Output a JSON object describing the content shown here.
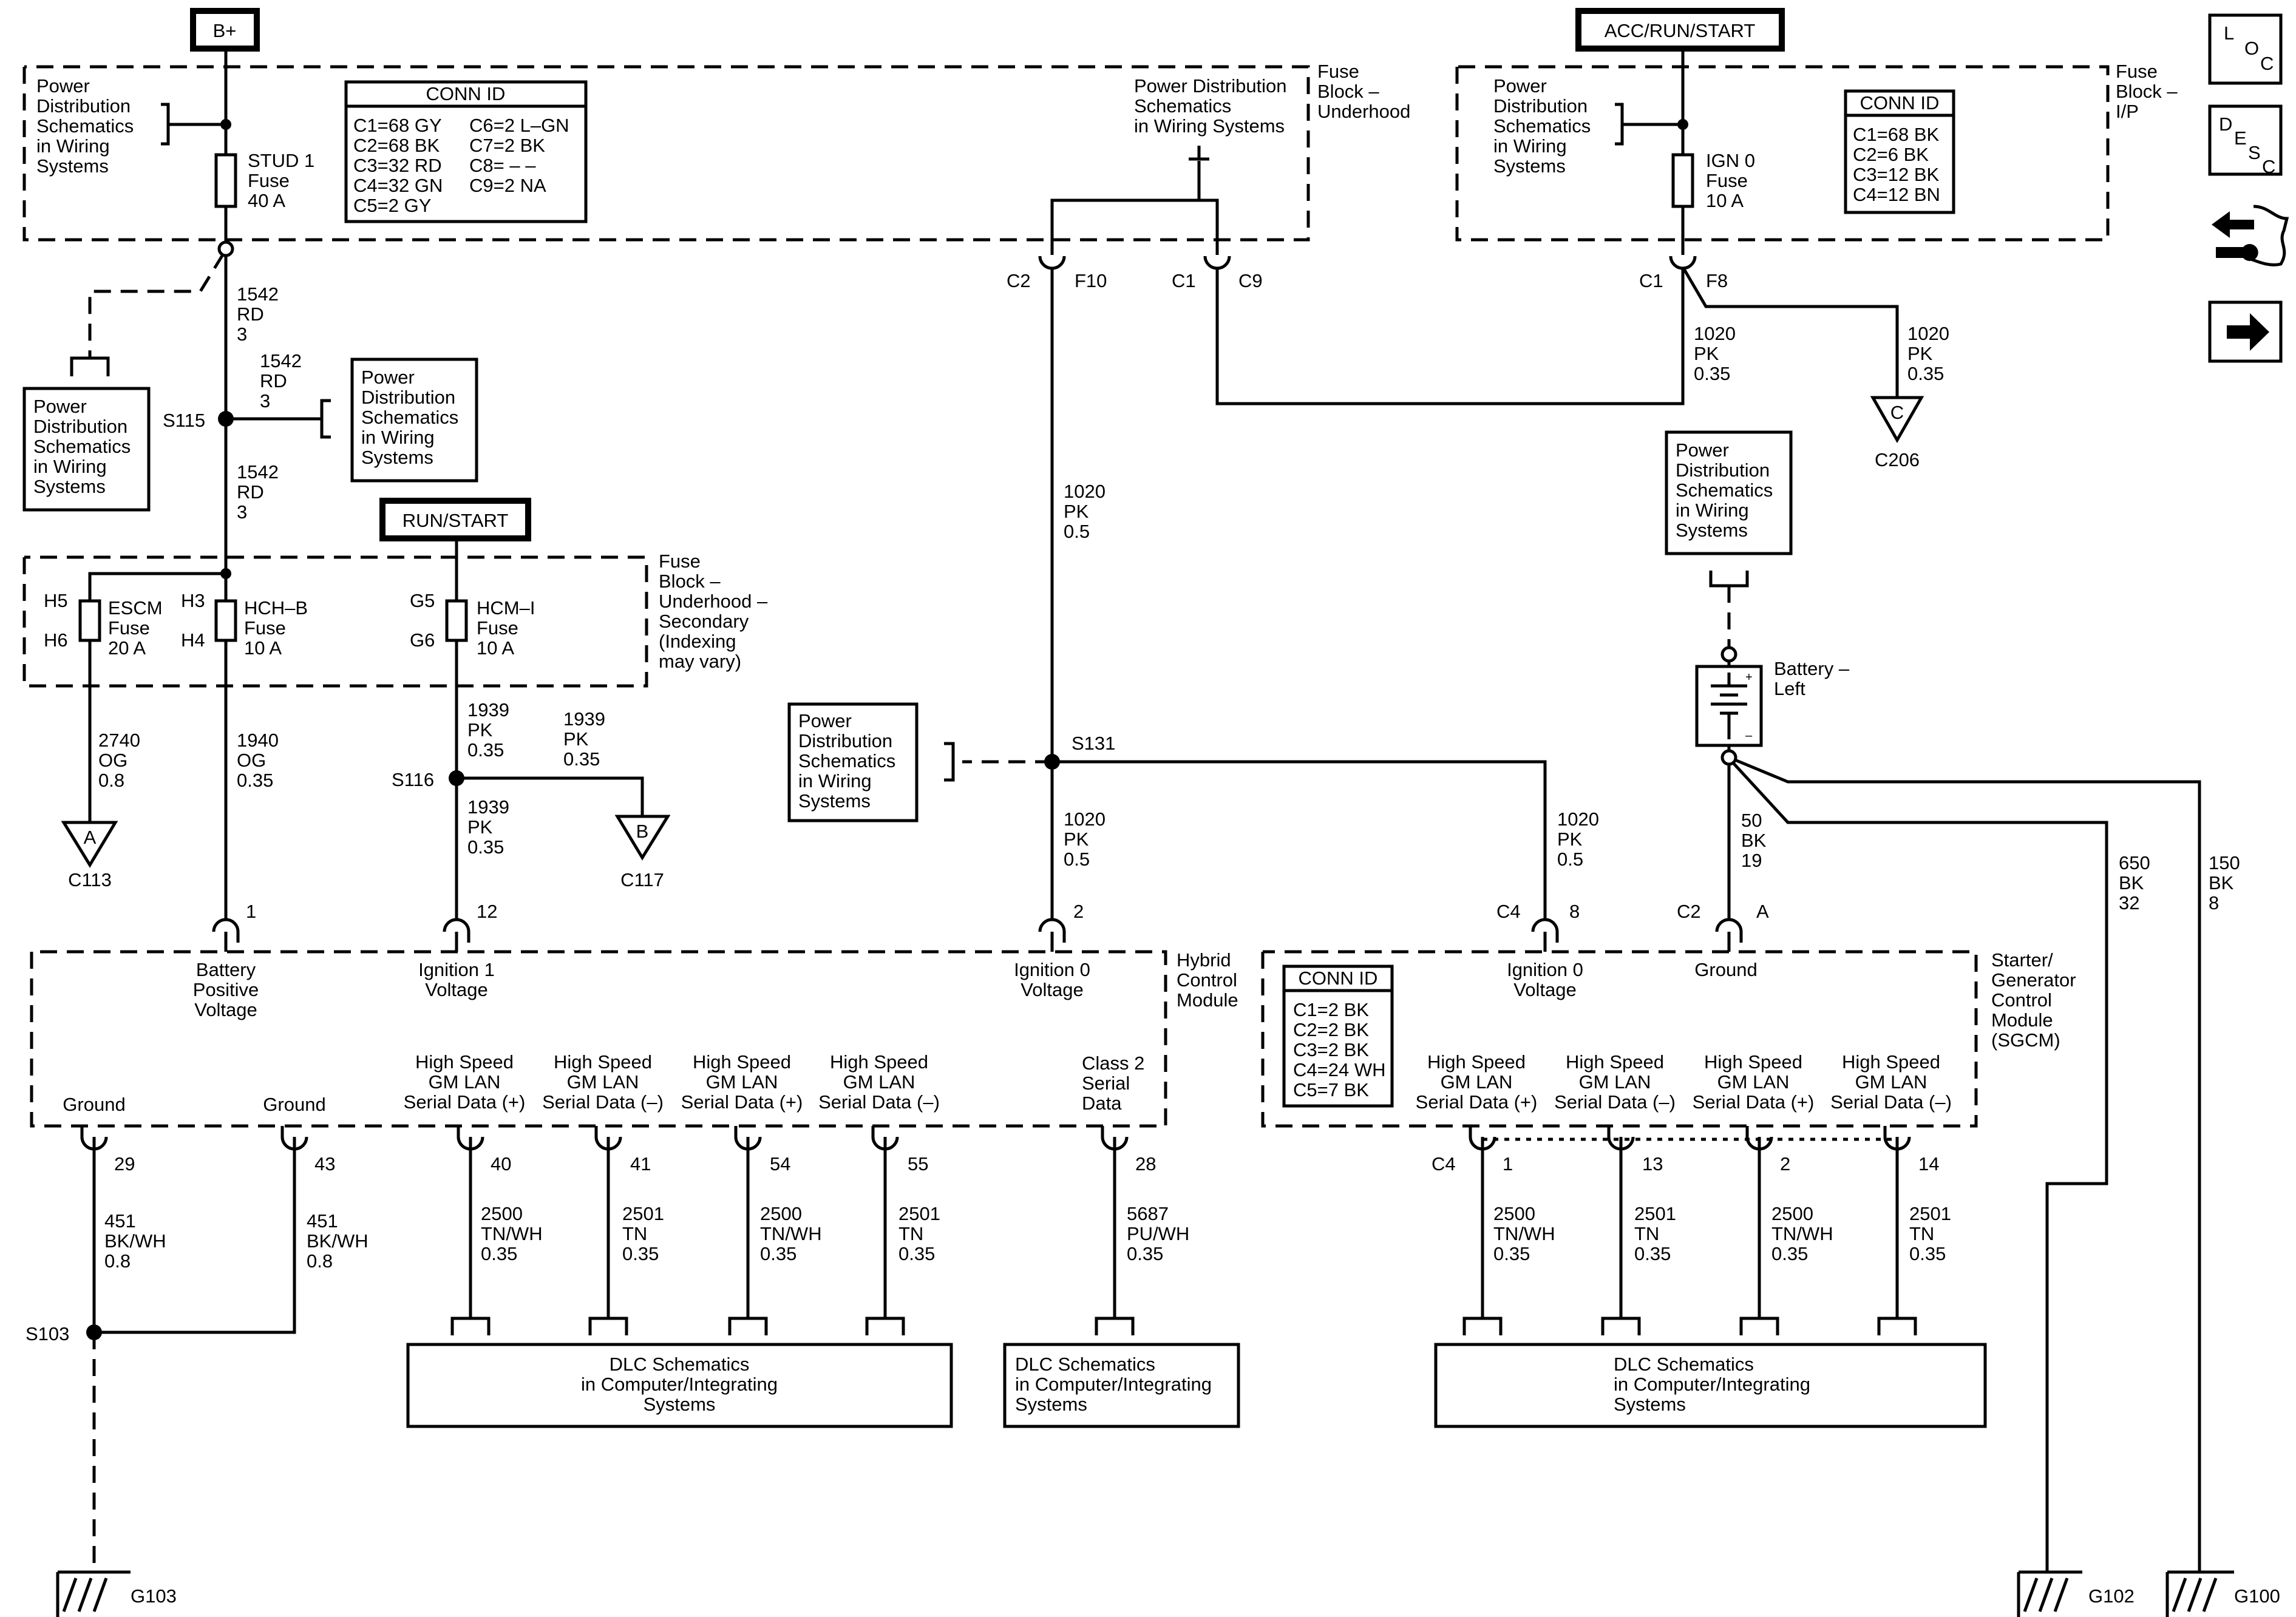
{
  "power_modes": {
    "b_plus": "B+",
    "acc_run_start": "ACC/RUN/START",
    "run_start": "RUN/START"
  },
  "nav_icons": {
    "loc_l": "L",
    "loc_o": "O",
    "loc_c": "C",
    "desc_d": "D",
    "desc_e": "E",
    "desc_s": "S",
    "desc_c": "C"
  },
  "fuse_blocks": {
    "underhood": [
      "Fuse",
      "Block –",
      "Underhood"
    ],
    "ip": [
      "Fuse",
      "Block –",
      "I/P"
    ],
    "secondary": [
      "Fuse",
      "Block –",
      "Underhood –",
      "Secondary",
      "(Indexing",
      "may vary)"
    ]
  },
  "refs": {
    "power_dist": [
      "Power",
      "Distribution",
      "Schematics",
      "in Wiring",
      "Systems"
    ],
    "power_dist_inline": [
      "Power Distribution",
      "Schematics",
      "in Wiring Systems"
    ],
    "dlc": [
      "DLC Schematics",
      "in Computer/Integrating",
      "Systems"
    ]
  },
  "conn_id_uh": {
    "title": "CONN ID",
    "col1": [
      "C1=68 GY",
      "C2=68 BK",
      "C3=32 RD",
      "C4=32 GN",
      "C5=2 GY"
    ],
    "col2": [
      "C6=2 L–GN",
      "C7=2 BK",
      "C8= – –",
      "C9=2 NA"
    ]
  },
  "conn_id_ip": {
    "title": "CONN ID",
    "rows": [
      "C1=68 BK",
      "C2=6 BK",
      "C3=12 BK",
      "C4=12 BN"
    ]
  },
  "conn_id_sgcm": {
    "title": "CONN ID",
    "rows": [
      "C1=2 BK",
      "C2=2 BK",
      "C3=2 BK",
      "C4=24 WH",
      "C5=7 BK"
    ]
  },
  "fuses": {
    "stud1": [
      "STUD 1",
      "Fuse",
      "40 A"
    ],
    "ign0": [
      "IGN 0",
      "Fuse",
      "10 A"
    ],
    "escm": [
      "ESCM",
      "Fuse",
      "20 A"
    ],
    "hchb": [
      "HCH–B",
      "Fuse",
      "10 A"
    ],
    "hcmi": [
      "HCM–I",
      "Fuse",
      "10 A"
    ]
  },
  "wires": {
    "w1542": [
      "1542",
      "RD",
      "3"
    ],
    "w1020_05": [
      "1020",
      "PK",
      "0.5"
    ],
    "w1020_035": [
      "1020",
      "PK",
      "0.35"
    ],
    "w2740": [
      "2740",
      "OG",
      "0.8"
    ],
    "w1940": [
      "1940",
      "OG",
      "0.35"
    ],
    "w1939": [
      "1939",
      "PK",
      "0.35"
    ],
    "w50": [
      "50",
      "BK",
      "19"
    ],
    "w650": [
      "650",
      "BK",
      "32"
    ],
    "w150": [
      "150",
      "BK",
      "8"
    ],
    "w451": [
      "451",
      "BK/WH",
      "0.8"
    ],
    "w2500": [
      "2500",
      "TN/WH",
      "0.35"
    ],
    "w2501": [
      "2501",
      "TN",
      "0.35"
    ],
    "w5687": [
      "5687",
      "PU/WH",
      "0.35"
    ]
  },
  "pins": {
    "h5": "H5",
    "h6": "H6",
    "h3": "H3",
    "h4": "H4",
    "g5": "G5",
    "g6": "G6",
    "c2": "C2",
    "f10": "F10",
    "c1": "C1",
    "c9": "C9",
    "f8": "F8",
    "c4": "C4",
    "p1": "1",
    "p12": "12",
    "p2": "2",
    "p8": "8",
    "pa": "A",
    "p29": "29",
    "p43": "43",
    "p40": "40",
    "p41": "41",
    "p54": "54",
    "p55": "55",
    "p28": "28",
    "p13": "13",
    "p14": "14"
  },
  "splices": {
    "s115": "S115",
    "s116": "S116",
    "s131": "S131",
    "s103": "S103"
  },
  "connectors": {
    "a": "A",
    "b": "B",
    "c": "C",
    "c113": "C113",
    "c117": "C117",
    "c206": "C206"
  },
  "grounds": {
    "g103": "G103",
    "g102": "G102",
    "g100": "G100"
  },
  "battery": {
    "label": [
      "Battery –",
      "Left"
    ],
    "plus": "+",
    "minus": "–"
  },
  "hcm": {
    "name": [
      "Hybrid",
      "Control",
      "Module"
    ],
    "battery_voltage": [
      "Battery",
      "Positive",
      "Voltage"
    ],
    "ign1_voltage": [
      "Ignition 1",
      "Voltage"
    ],
    "ign0_voltage": [
      "Ignition 0",
      "Voltage"
    ],
    "ground": "Ground",
    "hs_pos": [
      "High Speed",
      "GM LAN",
      "Serial Data (+)"
    ],
    "hs_neg": [
      "High Speed",
      "GM LAN",
      "Serial Data (–)"
    ],
    "class2": [
      "Class 2",
      "Serial",
      "Data"
    ]
  },
  "sgcm": {
    "name": [
      "Starter/",
      "Generator",
      "Control",
      "Module",
      "(SGCM)"
    ]
  }
}
